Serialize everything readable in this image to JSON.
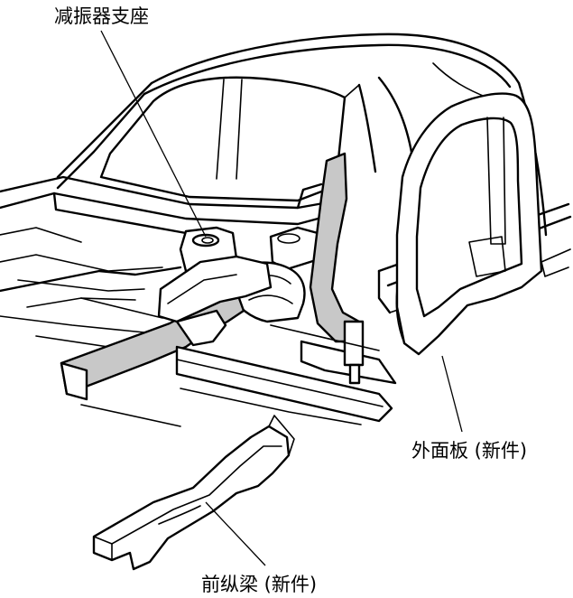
{
  "labels": {
    "strut_mount": "减振器支座",
    "outer_panel": "外面板 (新件)",
    "front_rail": "前纵梁 (新件)"
  },
  "colors": {
    "new_part_fill": "#c8c8c8",
    "line": "#000000",
    "background": "#ffffff"
  }
}
